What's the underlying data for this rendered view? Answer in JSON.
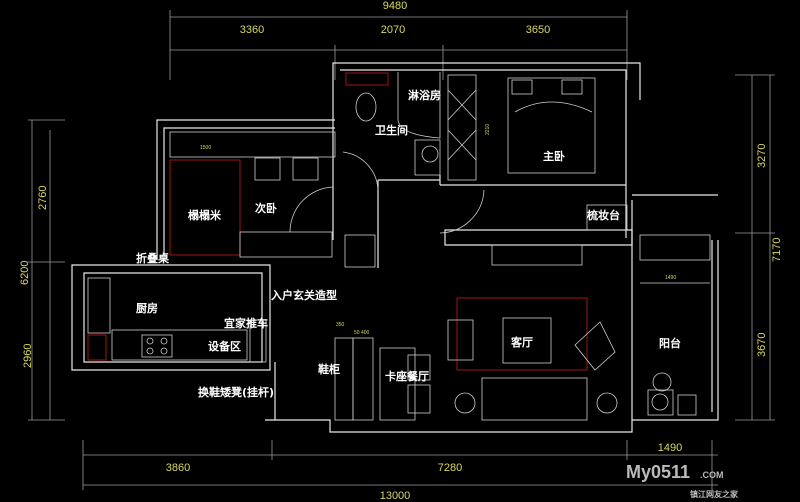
{
  "title": "户型平面布置图",
  "dimensions": {
    "top_total": "9480",
    "top_segments": [
      "3360",
      "2070",
      "3650"
    ],
    "left_upper": "2760",
    "left_total": "6200",
    "left_lower": "2960",
    "right_upper": "3270",
    "right_total": "7170",
    "right_lower": "3670",
    "bottom_segments": [
      "3860",
      "7280",
      "1490"
    ],
    "bottom_total": "13000"
  },
  "rooms": {
    "shower": "淋浴房",
    "bathroom": "卫生间",
    "master_bedroom": "主卧",
    "dressing_table": "梳妆台",
    "tatami": "榻榻米",
    "second_bedroom": "次卧",
    "folding_table": "折叠桌",
    "entrance_feature": "入户玄关造型",
    "kitchen": "厨房",
    "ikea_cart": "宜家推车",
    "equipment_area": "设备区",
    "shoe_cabinet": "鞋柜",
    "booth_dining": "卡座餐厅",
    "living_room": "客厅",
    "balcony": "阳台",
    "shoe_stool": "换鞋矮凳(挂杆)"
  },
  "small_dims": {
    "tatami_width": "1500",
    "wardrobe_length": "2210",
    "shoe_a": "350",
    "shoe_b": "50 400",
    "balcony_width": "1490"
  },
  "watermark": {
    "logo": "My0511",
    "domain": ".COM",
    "tagline": "镇江网友之家"
  },
  "colors": {
    "dimension": "#d8d860",
    "wall": "#e8e8e8",
    "accent": "#b01818"
  }
}
